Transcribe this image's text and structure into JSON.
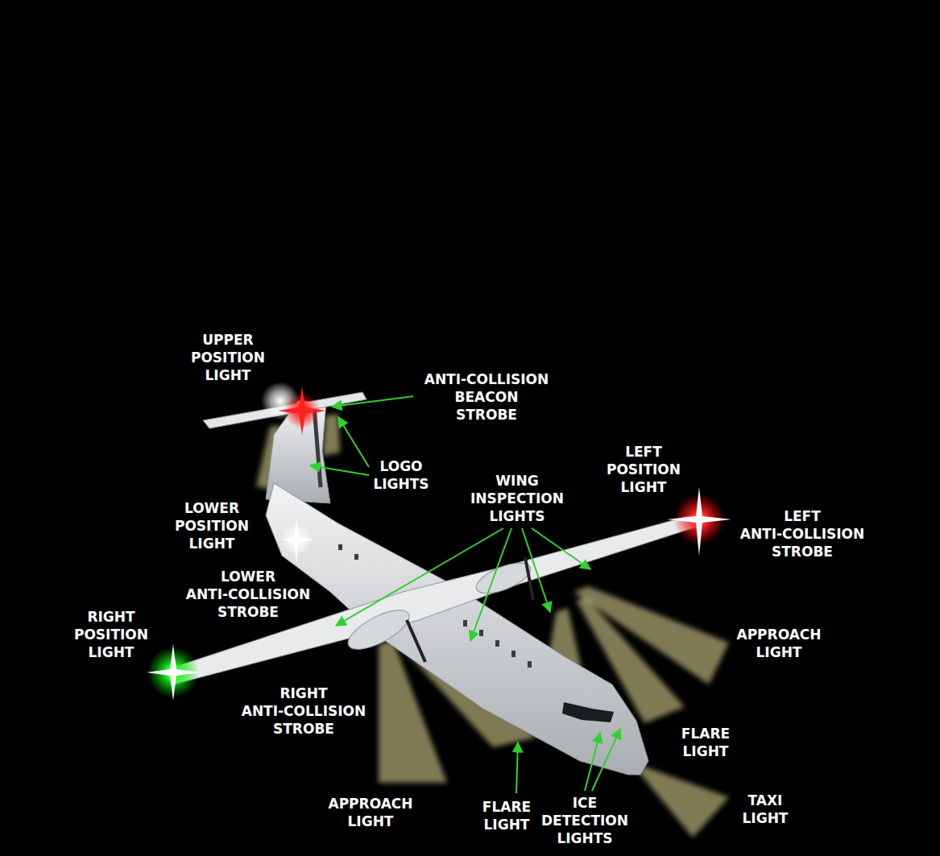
{
  "diagram": {
    "labels": [
      "UPPER POSITION LIGHT",
      "ANTI-COLLISION BEACON STROBE",
      "LOGO LIGHTS",
      "LEFT POSITION LIGHT",
      "WING INSPECTION LIGHTS",
      "LEFT ANTI-COLLISION STROBE",
      "LOWER POSITION LIGHT",
      "LOWER ANTI-COLLISION STROBE",
      "RIGHT POSITION LIGHT",
      "APPROACH LIGHT",
      "RIGHT ANTI-COLLISION STROBE",
      "FLARE LIGHT",
      "APPROACH LIGHT",
      "FLARE LIGHT",
      "ICE DETECTION LIGHTS",
      "TAXI LIGHT"
    ]
  }
}
